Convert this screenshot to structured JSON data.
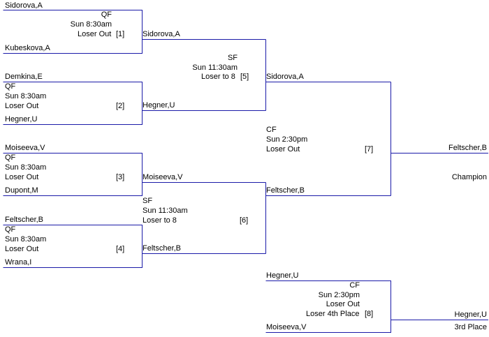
{
  "colors": {
    "line": "#1a1aa8",
    "text": "#000000",
    "background": "#ffffff"
  },
  "qf1": {
    "top_player": "Sidorova,A",
    "bottom_player": "Kubeskova,A",
    "round": "QF",
    "time": "Sun 8:30am",
    "note": "Loser Out",
    "num": "[1]"
  },
  "qf2": {
    "top_player": "Demkina,E",
    "bottom_player": "Hegner,U",
    "round": "QF",
    "time": "Sun 8:30am",
    "note": "Loser Out",
    "num": "[2]"
  },
  "qf3": {
    "top_player": "Moiseeva,V",
    "bottom_player": "Dupont,M",
    "round": "QF",
    "time": "Sun 8:30am",
    "note": "Loser Out",
    "num": "[3]"
  },
  "qf4": {
    "top_player": "Feltscher,B",
    "bottom_player": "Wrana,I",
    "round": "QF",
    "time": "Sun 8:30am",
    "note": "Loser Out",
    "num": "[4]"
  },
  "sf5": {
    "top_player": "Sidorova,A",
    "bottom_player": "Hegner,U",
    "round": "SF",
    "time": "Sun 11:30am",
    "note": "Loser to 8",
    "num": "[5]"
  },
  "sf6": {
    "top_player": "Moiseeva,V",
    "bottom_player": "Feltscher,B",
    "round": "SF",
    "time": "Sun 11:30am",
    "note": "Loser to 8",
    "num": "[6]"
  },
  "cf7": {
    "top_player": "Sidorova,A",
    "bottom_player": "Feltscher,B",
    "round": "CF",
    "time": "Sun 2:30pm",
    "note": "Loser Out",
    "num": "[7]"
  },
  "cf8": {
    "top_player": "Hegner,U",
    "bottom_player": "Moiseeva,V",
    "round": "CF",
    "time": "Sun 2:30pm",
    "note": "Loser Out",
    "note2": "Loser 4th Place",
    "num": "[8]"
  },
  "final": {
    "champion_name": "Feltscher,B",
    "champion_label": "Champion",
    "third_name": "Hegner,U",
    "third_label": "3rd Place"
  }
}
